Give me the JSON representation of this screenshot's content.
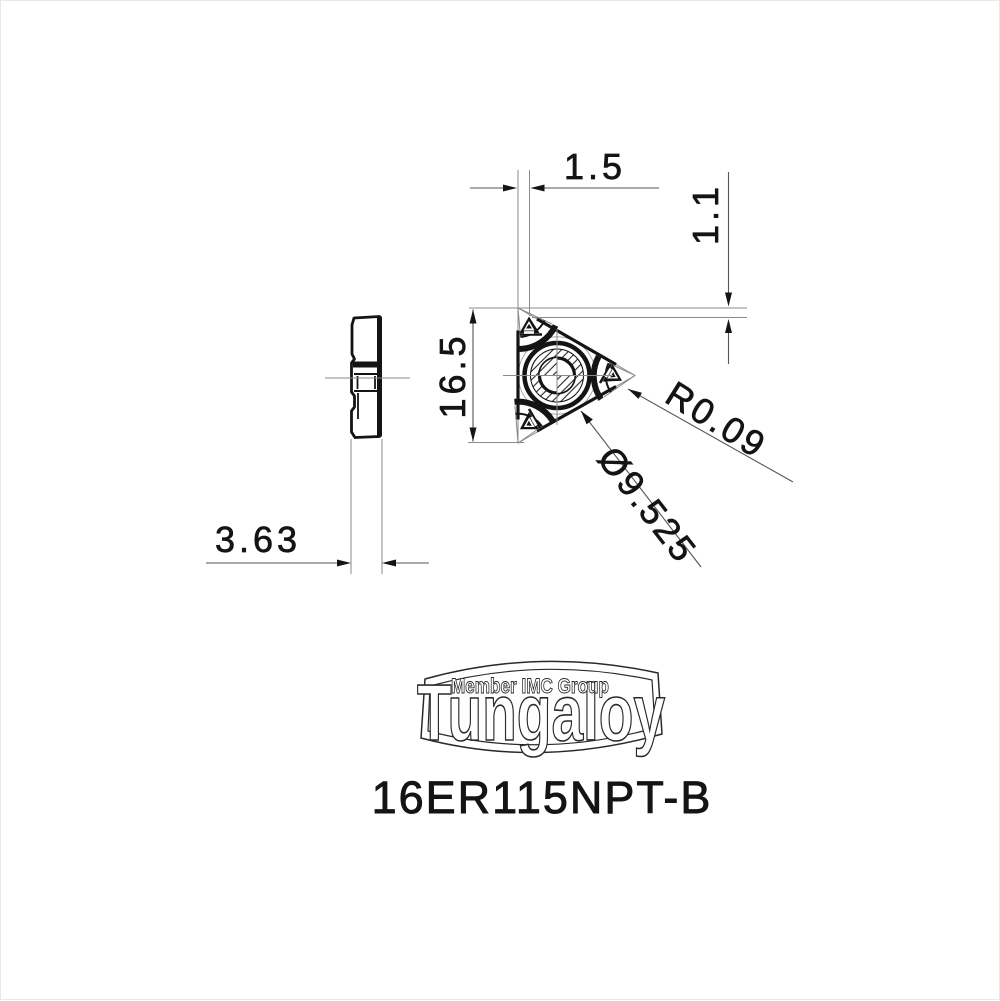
{
  "part_number": "16ER115NPT-B",
  "logo": {
    "brand": "Tungaloy",
    "tagline": "Member IMC Group"
  },
  "dimensions": {
    "tip_offset_horizontal": "1.5",
    "tip_offset_vertical": "1.1",
    "insert_height": "16.5",
    "insert_thickness": "3.63",
    "nose_radius": "R0.09",
    "inscribed_circle_diameter": "Ø9.525"
  },
  "colors": {
    "line": "#141414",
    "thin_line": "#8a8a8a",
    "background": "#ffffff"
  }
}
